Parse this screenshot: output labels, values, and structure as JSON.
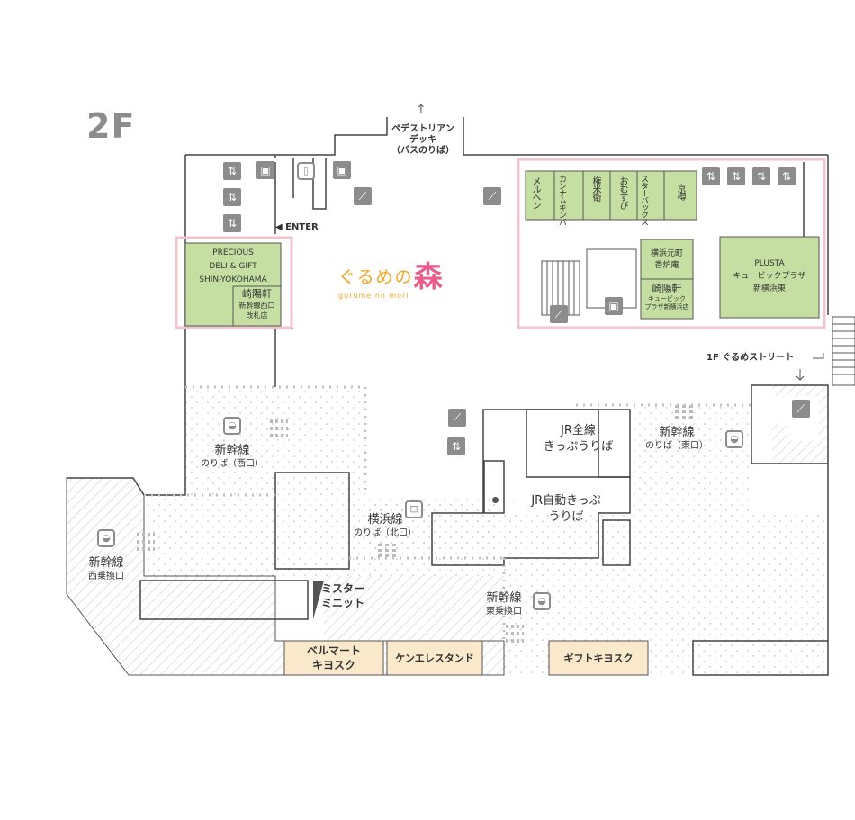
{
  "floor": "2F",
  "top_entrance": {
    "arrow": "↑",
    "line1": "ペデストリアン",
    "line2": "デッキ",
    "line3": "（バスのりば）"
  },
  "enter_label": "◀ ENTER",
  "logo": {
    "text": "ぐるめの",
    "kanji": "森",
    "romaji": "gurume no mori"
  },
  "shops": {
    "precious": {
      "line1": "PRECIOUS",
      "line2": "DELI & GIFT",
      "line3": "SHIN-YOKOHAMA"
    },
    "kiyoken_west": {
      "name": "崎陽軒",
      "sub1": "新幹線西口",
      "sub2": "改札店"
    },
    "meruhen": "メルヘン",
    "kanmura": "カンナムキンバ",
    "gonmai": "権米衛",
    "omusubi": "おむすび",
    "starbucks": "スターバックス",
    "kyotaru": "京樽",
    "kouroan": {
      "line1": "横浜元町",
      "line2": "香炉庵"
    },
    "kiyoken_east": {
      "name": "崎陽軒",
      "sub1": "キュービック",
      "sub2": "プラザ新横浜店"
    },
    "plusta": {
      "line1": "PLUSTA",
      "line2": "キュービックプラザ",
      "line3": "新横浜東"
    },
    "bellmart": {
      "line1": "ベルマート",
      "line2": "キヨスク"
    },
    "kenel": "ケンエレスタンド",
    "gift_kiosk": "ギフトキヨスク",
    "mister_minit": {
      "line1": "ミスター",
      "line2": "ミニット"
    }
  },
  "gurume_street": "1F ぐるめストリート",
  "stations": {
    "jr_ticket": {
      "line1": "JR全線",
      "line2": "きっぷうりば"
    },
    "jr_auto": {
      "line1": "JR自動きっぷ",
      "line2": "うりば"
    },
    "shinkansen_west": {
      "name": "新幹線",
      "sub": "のりば（西口）"
    },
    "shinkansen_east": {
      "name": "新幹線",
      "sub": "のりば（東口）"
    },
    "shinkansen_west_transfer": {
      "name": "新幹線",
      "sub": "西乗換口"
    },
    "shinkansen_east_transfer": {
      "name": "新幹線",
      "sub": "東乗換口"
    },
    "yokohama_line": {
      "name": "横浜線",
      "sub": "のりば（北口）"
    }
  },
  "icons": {
    "elevator": "elevator-icon",
    "escalator": "escalator-icon",
    "restroom": "restroom-icon",
    "locker": "locker-icon",
    "shinkansen": "shinkansen-icon",
    "train": "train-icon"
  },
  "colors": {
    "shop_green": "#c5dfa3",
    "shop_border": "#555555",
    "highlight_pink": "#f2c4d0",
    "kiosk_tan": "#fbe9cc",
    "hatch": "#cccccc",
    "icon_gray": "#8c8c8c",
    "logo_orange": "#f5a623",
    "logo_pink": "#ea5a8a"
  }
}
